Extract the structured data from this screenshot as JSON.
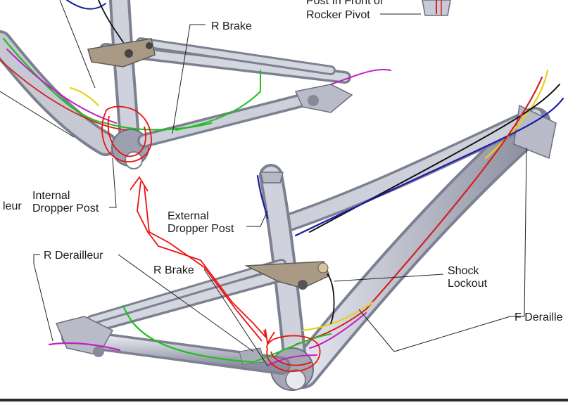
{
  "labels": {
    "post_in_front_line1": "Post In Front of",
    "post_in_front_line2": "Rocker Pivot",
    "r_brake_top": "R Brake",
    "r_derailleur_clipped": "leur",
    "internal_line1": "Internal",
    "internal_line2": "Dropper Post",
    "external_line1": "External",
    "external_line2": "Dropper Post",
    "r_derailleur": "R Derailleur",
    "r_brake_bottom": "R Brake",
    "shock_line1": "Shock",
    "shock_line2": "Lockout",
    "f_derailleur": "F Deraille"
  },
  "colors": {
    "frame_light": "#c9ccd6",
    "frame_mid": "#a8abb8",
    "frame_dark": "#6e7180",
    "cable_green": "#1fbf1f",
    "cable_magenta": "#c21fc2",
    "cable_yellow": "#e6d21c",
    "cable_red": "#d42020",
    "cable_blue": "#1a1aa8",
    "cable_black": "#111111",
    "annotation_red": "#ee1111",
    "leader": "#222222"
  }
}
